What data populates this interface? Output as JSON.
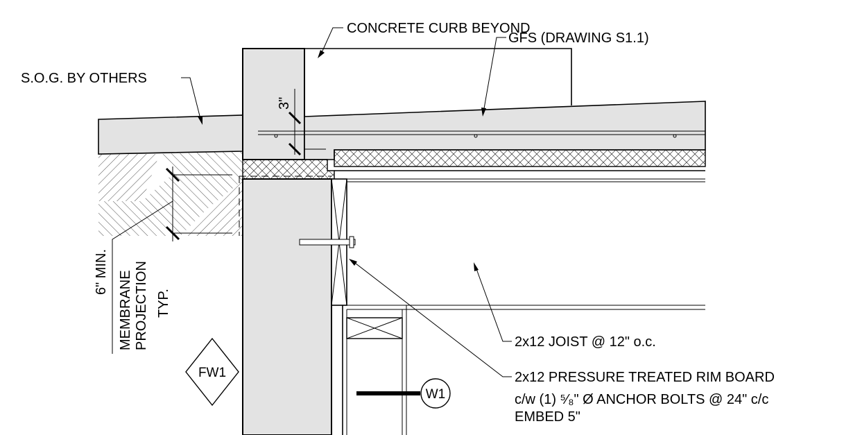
{
  "labels": {
    "concrete_curb": "CONCRETE CURB BEYOND",
    "sog": "S.O.G. BY OTHERS",
    "gfs": "GFS (DRAWING S1.1)",
    "joist": "2x12 JOIST @ 12\" o.c.",
    "rim_board": "2x12 PRESSURE TREATED RIM BOARD",
    "anchor_bolts": "c/w (1) ⁵⁄₈\" Ø ANCHOR BOLTS @ 24\" c/c",
    "embed": "EMBED 5\""
  },
  "dimensions": {
    "gfs_thickness": "3\"",
    "membrane_min": "6\" MIN.",
    "membrane_note": [
      "MEMBRANE",
      "PROJECTION",
      "TYP."
    ]
  },
  "tags": {
    "foundation_wall": "FW1",
    "wall": "W1"
  }
}
